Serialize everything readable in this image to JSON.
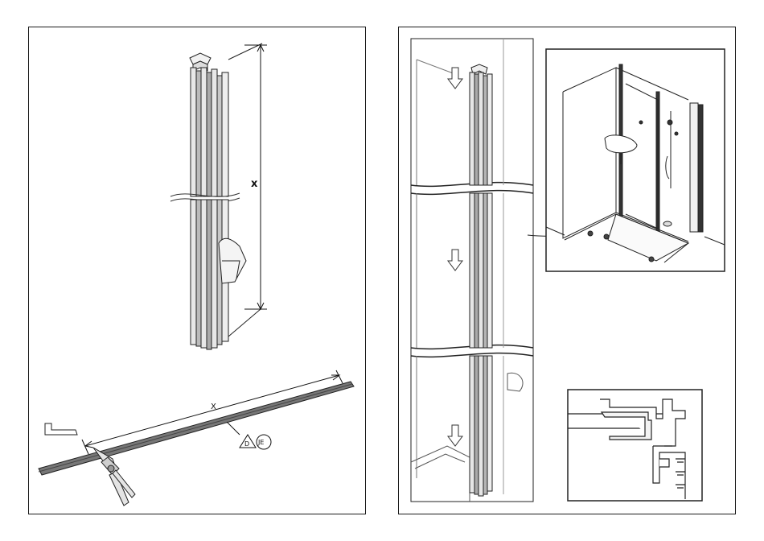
{
  "left_panel": {
    "vertical_dimension_label": "x",
    "horizontal_dimension_label": "X",
    "callout_triangle_label": "D",
    "callout_circle_label": "JE"
  },
  "right_panel": {}
}
